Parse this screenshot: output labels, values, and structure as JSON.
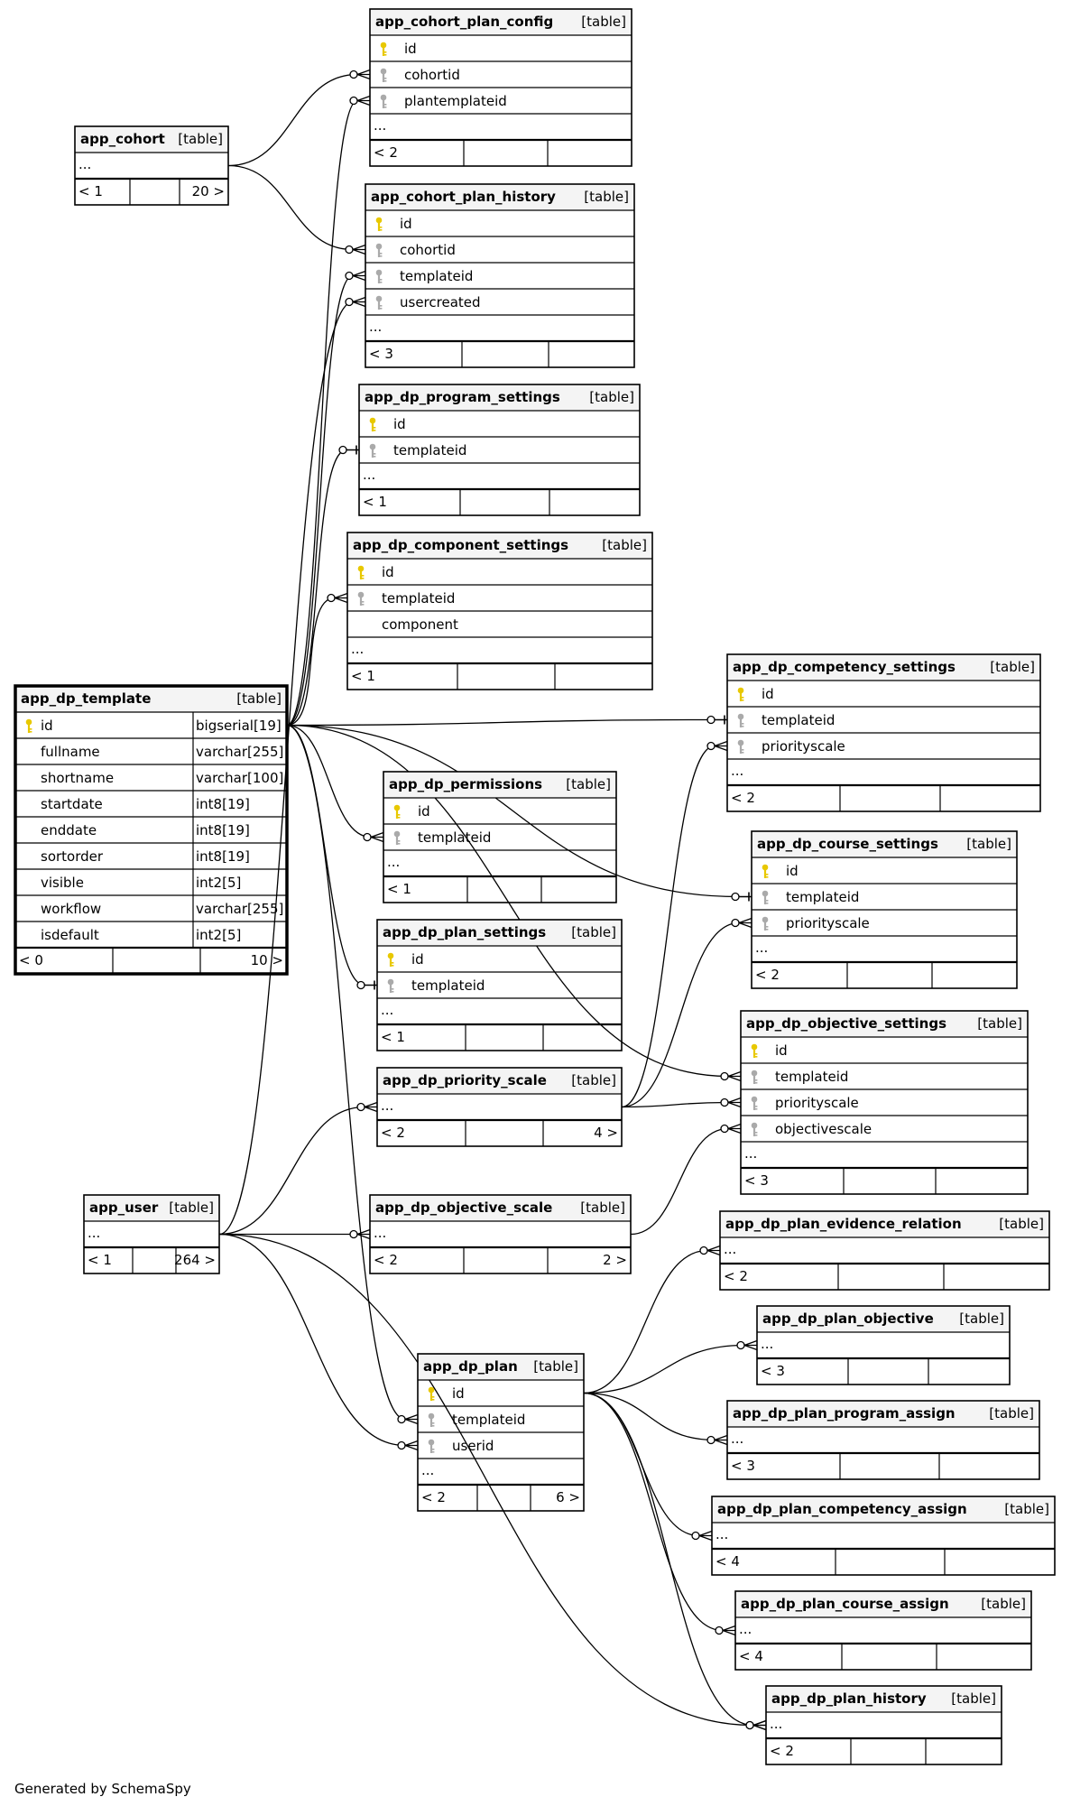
{
  "footer": "Generated by SchemaSpy",
  "diagram": {
    "tables": [
      {
        "id": "app_cohort_plan_config",
        "name": "app_cohort_plan_config",
        "kind": "[table]",
        "columns": [
          {
            "name": "id",
            "key": "pk"
          },
          {
            "name": "cohortid",
            "key": "fk"
          },
          {
            "name": "plantemplateid",
            "key": "fk"
          }
        ],
        "ellipsis": "...",
        "footer": [
          "< 2",
          "",
          ""
        ]
      },
      {
        "id": "app_cohort",
        "name": "app_cohort",
        "kind": "[table]",
        "columns": [],
        "ellipsis": "...",
        "footer": [
          "< 1",
          "",
          "20 >"
        ]
      },
      {
        "id": "app_cohort_plan_history",
        "name": "app_cohort_plan_history",
        "kind": "[table]",
        "columns": [
          {
            "name": "id",
            "key": "pk"
          },
          {
            "name": "cohortid",
            "key": "fk"
          },
          {
            "name": "templateid",
            "key": "fk"
          },
          {
            "name": "usercreated",
            "key": "fk"
          }
        ],
        "ellipsis": "...",
        "footer": [
          "< 3",
          "",
          ""
        ]
      },
      {
        "id": "app_dp_program_settings",
        "name": "app_dp_program_settings",
        "kind": "[table]",
        "columns": [
          {
            "name": "id",
            "key": "pk"
          },
          {
            "name": "templateid",
            "key": "fk"
          }
        ],
        "ellipsis": "...",
        "footer": [
          "< 1",
          "",
          ""
        ]
      },
      {
        "id": "app_dp_component_settings",
        "name": "app_dp_component_settings",
        "kind": "[table]",
        "columns": [
          {
            "name": "id",
            "key": "pk"
          },
          {
            "name": "templateid",
            "key": "fk"
          },
          {
            "name": "component",
            "key": ""
          }
        ],
        "ellipsis": "...",
        "footer": [
          "< 1",
          "",
          ""
        ]
      },
      {
        "id": "app_dp_template",
        "name": "app_dp_template",
        "kind": "[table]",
        "bold": true,
        "columns": [
          {
            "name": "id",
            "key": "pk",
            "type": "bigserial[19]"
          },
          {
            "name": "fullname",
            "key": "",
            "type": "varchar[255]"
          },
          {
            "name": "shortname",
            "key": "",
            "type": "varchar[100]"
          },
          {
            "name": "startdate",
            "key": "",
            "type": "int8[19]"
          },
          {
            "name": "enddate",
            "key": "",
            "type": "int8[19]"
          },
          {
            "name": "sortorder",
            "key": "",
            "type": "int8[19]"
          },
          {
            "name": "visible",
            "key": "",
            "type": "int2[5]"
          },
          {
            "name": "workflow",
            "key": "",
            "type": "varchar[255]"
          },
          {
            "name": "isdefault",
            "key": "",
            "type": "int2[5]"
          }
        ],
        "footer": [
          "< 0",
          "",
          "10 >"
        ]
      },
      {
        "id": "app_dp_competency_settings",
        "name": "app_dp_competency_settings",
        "kind": "[table]",
        "columns": [
          {
            "name": "id",
            "key": "pk"
          },
          {
            "name": "templateid",
            "key": "fk"
          },
          {
            "name": "priorityscale",
            "key": "fk"
          }
        ],
        "ellipsis": "...",
        "footer": [
          "< 2",
          "",
          ""
        ]
      },
      {
        "id": "app_dp_permissions",
        "name": "app_dp_permissions",
        "kind": "[table]",
        "columns": [
          {
            "name": "id",
            "key": "pk"
          },
          {
            "name": "templateid",
            "key": "fk"
          }
        ],
        "ellipsis": "...",
        "footer": [
          "< 1",
          "",
          ""
        ]
      },
      {
        "id": "app_dp_course_settings",
        "name": "app_dp_course_settings",
        "kind": "[table]",
        "columns": [
          {
            "name": "id",
            "key": "pk"
          },
          {
            "name": "templateid",
            "key": "fk"
          },
          {
            "name": "priorityscale",
            "key": "fk"
          }
        ],
        "ellipsis": "...",
        "footer": [
          "< 2",
          "",
          ""
        ]
      },
      {
        "id": "app_dp_plan_settings",
        "name": "app_dp_plan_settings",
        "kind": "[table]",
        "columns": [
          {
            "name": "id",
            "key": "pk"
          },
          {
            "name": "templateid",
            "key": "fk"
          }
        ],
        "ellipsis": "...",
        "footer": [
          "< 1",
          "",
          ""
        ]
      },
      {
        "id": "app_dp_objective_settings",
        "name": "app_dp_objective_settings",
        "kind": "[table]",
        "columns": [
          {
            "name": "id",
            "key": "pk"
          },
          {
            "name": "templateid",
            "key": "fk"
          },
          {
            "name": "priorityscale",
            "key": "fk"
          },
          {
            "name": "objectivescale",
            "key": "fk"
          }
        ],
        "ellipsis": "...",
        "footer": [
          "< 3",
          "",
          ""
        ]
      },
      {
        "id": "app_dp_priority_scale",
        "name": "app_dp_priority_scale",
        "kind": "[table]",
        "columns": [],
        "ellipsis": "...",
        "footer": [
          "< 2",
          "",
          "4 >"
        ]
      },
      {
        "id": "app_user",
        "name": "app_user",
        "kind": "[table]",
        "columns": [],
        "ellipsis": "...",
        "footer": [
          "< 1",
          "",
          "264 >"
        ]
      },
      {
        "id": "app_dp_objective_scale",
        "name": "app_dp_objective_scale",
        "kind": "[table]",
        "columns": [],
        "ellipsis": "...",
        "footer": [
          "< 2",
          "",
          "2 >"
        ]
      },
      {
        "id": "app_dp_plan_evidence_relation",
        "name": "app_dp_plan_evidence_relation",
        "kind": "[table]",
        "columns": [],
        "ellipsis": "...",
        "footer": [
          "< 2",
          "",
          ""
        ]
      },
      {
        "id": "app_dp_plan_objective",
        "name": "app_dp_plan_objective",
        "kind": "[table]",
        "columns": [],
        "ellipsis": "...",
        "footer": [
          "< 3",
          "",
          ""
        ]
      },
      {
        "id": "app_dp_plan",
        "name": "app_dp_plan",
        "kind": "[table]",
        "columns": [
          {
            "name": "id",
            "key": "pk"
          },
          {
            "name": "templateid",
            "key": "fk"
          },
          {
            "name": "userid",
            "key": "fk"
          }
        ],
        "ellipsis": "...",
        "footer": [
          "< 2",
          "",
          "6 >"
        ]
      },
      {
        "id": "app_dp_plan_program_assign",
        "name": "app_dp_plan_program_assign",
        "kind": "[table]",
        "columns": [],
        "ellipsis": "...",
        "footer": [
          "< 3",
          "",
          ""
        ]
      },
      {
        "id": "app_dp_plan_competency_assign",
        "name": "app_dp_plan_competency_assign",
        "kind": "[table]",
        "columns": [],
        "ellipsis": "...",
        "footer": [
          "< 4",
          "",
          ""
        ]
      },
      {
        "id": "app_dp_plan_course_assign",
        "name": "app_dp_plan_course_assign",
        "kind": "[table]",
        "columns": [],
        "ellipsis": "...",
        "footer": [
          "< 4",
          "",
          ""
        ]
      },
      {
        "id": "app_dp_plan_history",
        "name": "app_dp_plan_history",
        "kind": "[table]",
        "columns": [],
        "ellipsis": "...",
        "footer": [
          "< 2",
          "",
          ""
        ]
      }
    ],
    "relations": [
      {
        "from": "app_cohort",
        "to": "app_cohort_plan_config.cohortid",
        "end": "many"
      },
      {
        "from": "app_cohort",
        "to": "app_cohort_plan_history.cohortid",
        "end": "many"
      },
      {
        "from": "app_dp_template.id",
        "to": "app_cohort_plan_config.plantemplateid",
        "end": "many"
      },
      {
        "from": "app_dp_template.id",
        "to": "app_cohort_plan_history.templateid",
        "end": "many"
      },
      {
        "from": "app_user",
        "to": "app_cohort_plan_history.usercreated",
        "end": "many"
      },
      {
        "from": "app_dp_template.id",
        "to": "app_dp_program_settings.templateid",
        "end": "one"
      },
      {
        "from": "app_dp_template.id",
        "to": "app_dp_component_settings.templateid",
        "end": "many"
      },
      {
        "from": "app_dp_template.id",
        "to": "app_dp_competency_settings.templateid",
        "end": "one"
      },
      {
        "from": "app_dp_priority_scale",
        "to": "app_dp_competency_settings.priorityscale",
        "end": "many"
      },
      {
        "from": "app_dp_template.id",
        "to": "app_dp_permissions.templateid",
        "end": "many"
      },
      {
        "from": "app_dp_template.id",
        "to": "app_dp_course_settings.templateid",
        "end": "one"
      },
      {
        "from": "app_dp_priority_scale",
        "to": "app_dp_course_settings.priorityscale",
        "end": "many"
      },
      {
        "from": "app_dp_template.id",
        "to": "app_dp_plan_settings.templateid",
        "end": "one"
      },
      {
        "from": "app_dp_template.id",
        "to": "app_dp_objective_settings.templateid",
        "end": "many"
      },
      {
        "from": "app_dp_priority_scale",
        "to": "app_dp_objective_settings.priorityscale",
        "end": "many"
      },
      {
        "from": "app_dp_objective_scale",
        "to": "app_dp_objective_settings.objectivescale",
        "end": "many"
      },
      {
        "from": "app_user",
        "to": "app_dp_priority_scale",
        "end": "many"
      },
      {
        "from": "app_user",
        "to": "app_dp_objective_scale",
        "end": "many"
      },
      {
        "from": "app_dp_template.id",
        "to": "app_dp_plan.templateid",
        "end": "many"
      },
      {
        "from": "app_user",
        "to": "app_dp_plan.userid",
        "end": "many"
      },
      {
        "from": "app_dp_plan.id",
        "to": "app_dp_plan_evidence_relation",
        "end": "many"
      },
      {
        "from": "app_dp_plan.id",
        "to": "app_dp_plan_objective",
        "end": "many"
      },
      {
        "from": "app_dp_plan.id",
        "to": "app_dp_plan_program_assign",
        "end": "many"
      },
      {
        "from": "app_dp_plan.id",
        "to": "app_dp_plan_competency_assign",
        "end": "many"
      },
      {
        "from": "app_dp_plan.id",
        "to": "app_dp_plan_course_assign",
        "end": "many"
      },
      {
        "from": "app_dp_plan.id",
        "to": "app_dp_plan_history",
        "end": "many"
      },
      {
        "from": "app_user",
        "to": "app_dp_plan_history",
        "end": "many"
      }
    ],
    "colors": {
      "line": "#000000",
      "header_fill": "#f4f4f4",
      "pk_key": "#e8c800",
      "fk_key": "#aaaaaa",
      "background": "#ffffff"
    }
  }
}
